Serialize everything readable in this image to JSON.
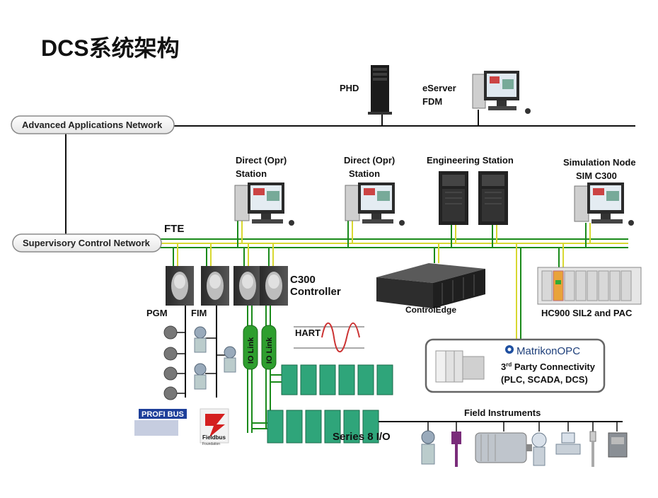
{
  "title": "DCS系统架构",
  "networks": {
    "advanced": "Advanced Applications Network",
    "supervisory": "Supervisory Control Network",
    "fte": "FTE"
  },
  "nodes": {
    "phd": "PHD",
    "eserver_1": "eServer",
    "eserver_2": "FDM",
    "direct1_1": "Direct (Opr)",
    "direct1_2": "Station",
    "direct2_1": "Direct (Opr)",
    "direct2_2": "Station",
    "engineering": "Engineering Station",
    "sim_1": "Simulation Node",
    "sim_2": "SIM C300",
    "c300_1": "C300",
    "c300_2": "Controller",
    "controledge": "ControlEdge",
    "hc900": "HC900 SIL2 and PAC",
    "pgm": "PGM",
    "fim": "FIM",
    "hart": "HART",
    "iolink1": "IO Link",
    "iolink2": "IO Link",
    "series8": "Series 8 I/O",
    "field": "Field Instruments"
  },
  "matrikon": {
    "logo": "MatrikonOPC",
    "line1_pre": "3",
    "line1_sup": "rd",
    "line1_post": " Party Connectivity",
    "line2": "(PLC, SCADA,  DCS)"
  },
  "logos": {
    "profibus": "PROFI BUS",
    "fieldbus_1": "Fieldbus",
    "fieldbus_2": "Foundation"
  },
  "colors": {
    "green_line": "#1a8a1a",
    "yellow_line": "#d8d830",
    "network_line": "#111111",
    "pill_border": "#8a8a8a"
  }
}
